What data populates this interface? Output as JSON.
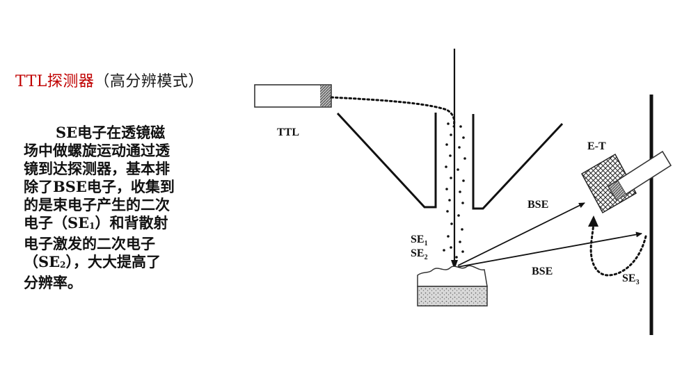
{
  "title": {
    "red_part": "TTL探测器",
    "black_part": "（高分辨模式）"
  },
  "description": {
    "line1": "SE电子在透镜磁",
    "line2": "场中做螺旋运动通过透",
    "line3": "镜到达探测器，基本排",
    "line4": "除了BSE电子，收集到",
    "line5": "的是束电子产生的二次",
    "line6a": "电子（SE",
    "line6_sub": "1",
    "line6b": "）和背散射",
    "line7": "电子激发的二次电子",
    "line8a": "（SE",
    "line8_sub": "2",
    "line8b": "），大大提高了",
    "line9": "分辨率。"
  },
  "diagram": {
    "ttl_label": "TTL",
    "et_label": "E-T",
    "bse_upper": "BSE",
    "bse_lower": "BSE",
    "se1_label": "SE",
    "se1_sub": "1",
    "se2_label": "SE",
    "se2_sub": "2",
    "se3_label": "SE",
    "se3_sub": "3"
  }
}
